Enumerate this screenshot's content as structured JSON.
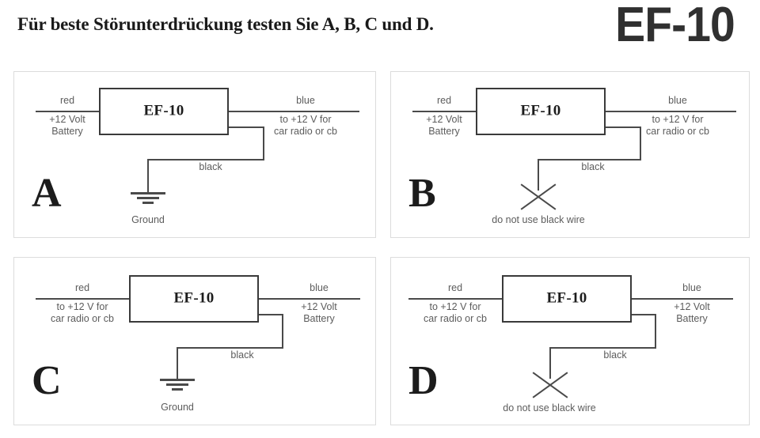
{
  "header": {
    "title": "Für beste Störunterdrückung testen Sie A, B, C und D.",
    "brand": "EF-10"
  },
  "labels": {
    "device": "EF-10",
    "red": "red",
    "blue": "blue",
    "black": "black",
    "battery": "+12 Volt\nBattery",
    "battery_line1": "+12 Volt",
    "battery_line2": "Battery",
    "radio_line1": "to +12 V for",
    "radio_line2": "car radio or cb",
    "ground": "Ground",
    "do_not_use": "do not use black wire"
  },
  "colors": {
    "wire": "#4a4a4a",
    "box_border": "#3a3a3a",
    "panel_border": "#dcdcdc",
    "text": "#5c5c5c",
    "heading": "#1a1a1a",
    "brand": "#303030"
  },
  "panels": [
    {
      "id": "A",
      "letter": "A",
      "left_wire_top": "red",
      "left_wire_sub1": "+12 Volt",
      "left_wire_sub2": "Battery",
      "right_wire_top": "blue",
      "right_wire_sub1": "to +12 V for",
      "right_wire_sub2": "car radio or cb",
      "black_label": "black",
      "terminal_type": "ground",
      "terminal_label": "Ground"
    },
    {
      "id": "B",
      "letter": "B",
      "left_wire_top": "red",
      "left_wire_sub1": "+12 Volt",
      "left_wire_sub2": "Battery",
      "right_wire_top": "blue",
      "right_wire_sub1": "to +12 V for",
      "right_wire_sub2": "car radio or cb",
      "black_label": "black",
      "terminal_type": "x",
      "terminal_label": "do not use black wire"
    },
    {
      "id": "C",
      "letter": "C",
      "left_wire_top": "red",
      "left_wire_sub1": "to +12 V for",
      "left_wire_sub2": "car radio or cb",
      "right_wire_top": "blue",
      "right_wire_sub1": "+12 Volt",
      "right_wire_sub2": "Battery",
      "black_label": "black",
      "terminal_type": "ground",
      "terminal_label": "Ground"
    },
    {
      "id": "D",
      "letter": "D",
      "left_wire_top": "red",
      "left_wire_sub1": "to +12 V for",
      "left_wire_sub2": "car radio or cb",
      "right_wire_top": "blue",
      "right_wire_sub1": "+12 Volt",
      "right_wire_sub2": "Battery",
      "black_label": "black",
      "terminal_type": "x",
      "terminal_label": "do not use black wire"
    }
  ]
}
